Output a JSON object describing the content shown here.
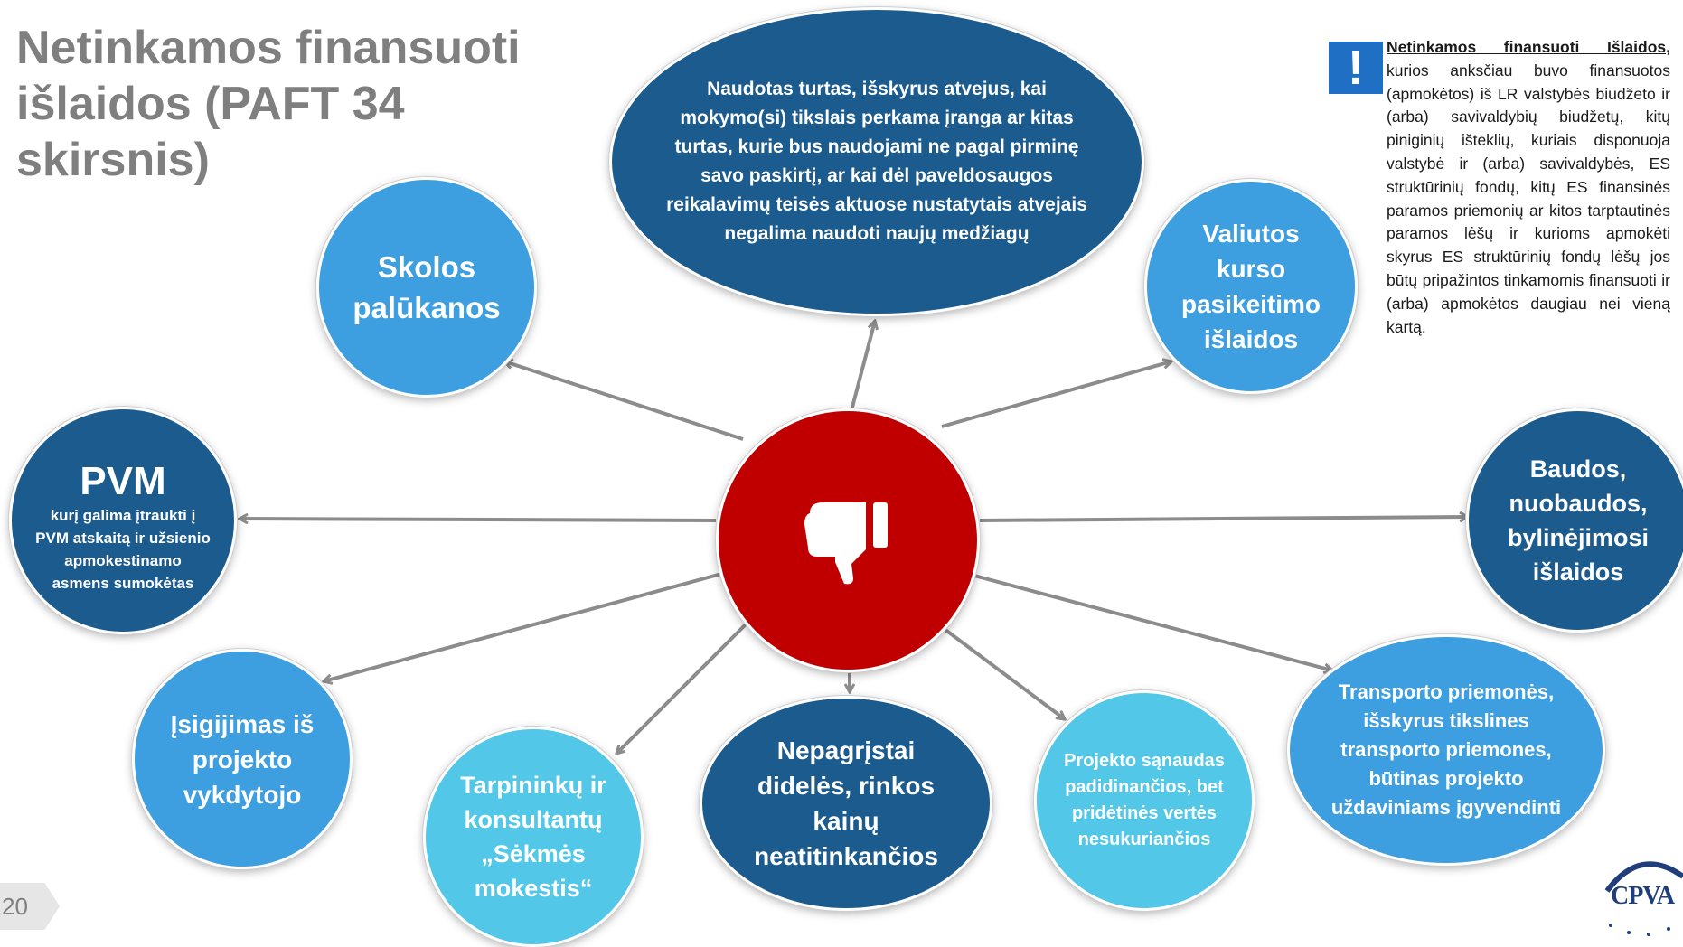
{
  "title": {
    "line1": "Netinkamos finansuoti",
    "line2": "išlaidos (PAFT 34 skirsnis)"
  },
  "colors": {
    "center": "#c00000",
    "dark_blue": "#1c5b8e",
    "mid_blue": "#3e9fe0",
    "light_blue": "#52c7e8",
    "arrow": "#8c8c8c"
  },
  "center_icon": "thumbs-down-icon",
  "bubbles": {
    "naudotas_turtas": "Naudotas turtas, išskyrus atvejus, kai mokymo(si) tikslais perkama įranga ar kitas turtas, kurie bus naudojami ne pagal pirminę savo  paskirtį, ar kai dėl paveldosaugos reikalavimų teisės aktuose nustatytais atvejais negalima naudoti naujų medžiagų",
    "skolos": "Skolos palūkanos",
    "valiutos": "Valiutos kurso pasikeitimo išlaidos",
    "pvm_title": "PVM",
    "pvm_sub": "kurį galima įtraukti į PVM atskaitą ir užsienio apmokestinamo asmens sumokėtas",
    "baudos": "Baudos, nuobaudos, bylinėjimosi išlaidos",
    "isigijimas": "Įsigijimas iš projekto vykdytojo",
    "tarpininku": "Tarpininkų ir konsultantų „Sėkmės mokestis“",
    "nepagristai": "Nepagrįstai didelės, rinkos kainų neatitinkančios",
    "projekto_sanaudas": "Projekto sąnaudas padidinančios, bet pridėtinės vertės nesukuriančios",
    "transporto": "Transporto priemonės, išskyrus tikslines transporto priemones, būtinas projekto uždaviniams įgyvendinti"
  },
  "note": {
    "badge": "!",
    "heading": "Netinkamos finansuoti Išlaidos,",
    "body": " kurios anksčiau buvo finansuotos (apmokėtos) iš LR valstybės biudžeto ir (arba) savivaldybių biudžetų, kitų piniginių išteklių, kuriais disponuoja valstybė ir (arba) savivaldybės, ES struktūrinių fondų, kitų ES finansinės paramos priemonių ar kitos tarptautinės paramos lėšų ir kurioms apmokėti skyrus ES struktūrinių fondų lėšų jos būtų pripažintos tinkamomis finansuoti ir (arba) apmokėtos daugiau nei vieną kartą."
  },
  "page_number": "20",
  "logo_text": "CPVA"
}
